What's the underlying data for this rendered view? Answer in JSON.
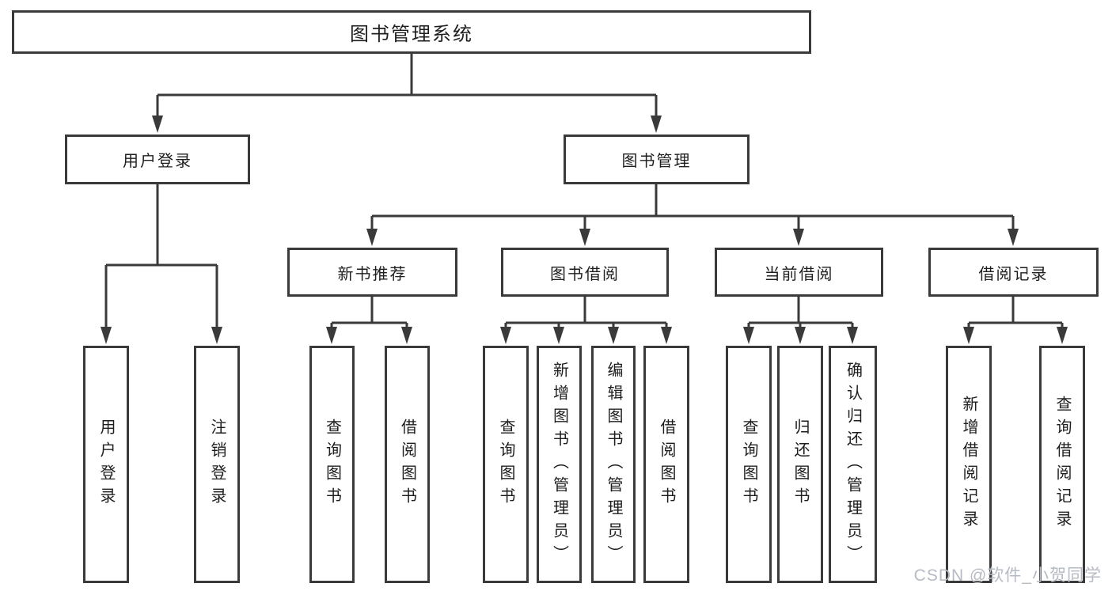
{
  "diagram_title": "图书管理系统",
  "watermark": "CSDN @软件_小贺同学",
  "colors": {
    "line": "#3a3a3a",
    "box_border": "#3a3a3a",
    "text": "#1e1e1e",
    "watermark": "#b6bac2",
    "background": "#ffffff"
  },
  "nodes": {
    "root": "图书管理系统",
    "user_login": "用户登录",
    "book_management": "图书管理",
    "new_book_rec": "新书推荐",
    "book_borrow": "图书借阅",
    "current_borrow": "当前借阅",
    "borrow_records": "借阅记录",
    "leaf_user_login": "用户登录",
    "leaf_logout": "注销登录",
    "leaf_nbr_query": "查询图书",
    "leaf_nbr_borrow": "借阅图书",
    "leaf_bb_query": "查询图书",
    "leaf_bb_add": "新增图书（管理员）",
    "leaf_bb_edit": "编辑图书（管理员）",
    "leaf_bb_borrow": "借阅图书",
    "leaf_cb_query": "查询图书",
    "leaf_cb_return": "归还图书",
    "leaf_cb_confirm": "确认归还（管理员）",
    "leaf_br_add": "新增借阅记录",
    "leaf_br_query": "查询借阅记录"
  },
  "hierarchy": {
    "label": "图书管理系统",
    "children": [
      {
        "label": "用户登录",
        "children": [
          {
            "label": "用户登录"
          },
          {
            "label": "注销登录"
          }
        ]
      },
      {
        "label": "图书管理",
        "children": [
          {
            "label": "新书推荐",
            "children": [
              {
                "label": "查询图书"
              },
              {
                "label": "借阅图书"
              }
            ]
          },
          {
            "label": "图书借阅",
            "children": [
              {
                "label": "查询图书"
              },
              {
                "label": "新增图书（管理员）"
              },
              {
                "label": "编辑图书（管理员）"
              },
              {
                "label": "借阅图书"
              }
            ]
          },
          {
            "label": "当前借阅",
            "children": [
              {
                "label": "查询图书"
              },
              {
                "label": "归还图书"
              },
              {
                "label": "确认归还（管理员）"
              }
            ]
          },
          {
            "label": "借阅记录",
            "children": [
              {
                "label": "新增借阅记录"
              },
              {
                "label": "查询借阅记录"
              }
            ]
          }
        ]
      }
    ]
  }
}
